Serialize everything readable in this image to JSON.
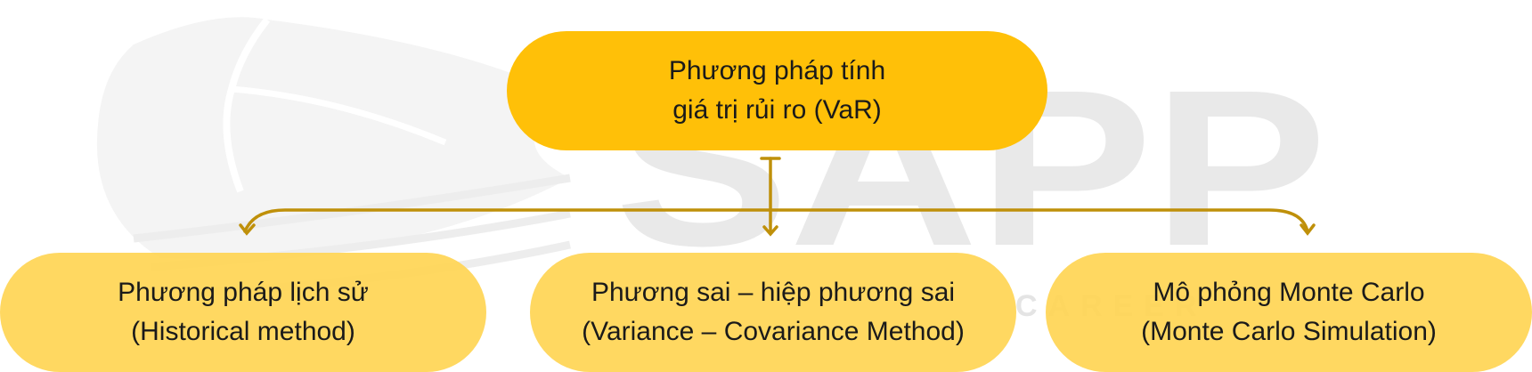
{
  "diagram": {
    "root": {
      "lines": [
        "Phương pháp tính",
        "giá trị rủi ro (VaR)"
      ]
    },
    "children": [
      {
        "lines": [
          "Phương pháp lịch sử",
          "(Historical method)"
        ]
      },
      {
        "lines": [
          "Phương sai – hiệp phương sai",
          "(Variance – Covariance Method)"
        ]
      },
      {
        "lines": [
          "Mô phỏng Monte Carlo",
          "(Monte Carlo Simulation)"
        ]
      }
    ]
  },
  "colors": {
    "root_fill": "#FFBE00",
    "child_fill": "#FFD450",
    "connector": "#BF900A",
    "watermark": "#ECECEC"
  },
  "watermark": {
    "text": "SAPP",
    "subtext": "CAREER"
  }
}
